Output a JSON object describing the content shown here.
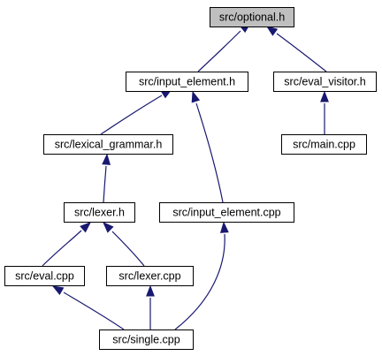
{
  "colors": {
    "node_fill": "#ffffff",
    "highlight_fill": "#bfbfbf",
    "node_stroke": "#000000",
    "edge": "#191970"
  },
  "nodes": {
    "optional_h": {
      "label": "src/optional.h",
      "highlighted": true
    },
    "input_element_h": {
      "label": "src/input_element.h"
    },
    "eval_visitor_h": {
      "label": "src/eval_visitor.h"
    },
    "lexical_grammar_h": {
      "label": "src/lexical_grammar.h"
    },
    "main_cpp": {
      "label": "src/main.cpp"
    },
    "lexer_h": {
      "label": "src/lexer.h"
    },
    "input_element_cpp": {
      "label": "src/input_element.cpp"
    },
    "eval_cpp": {
      "label": "src/eval.cpp"
    },
    "lexer_cpp": {
      "label": "src/lexer.cpp"
    },
    "single_cpp": {
      "label": "src/single.cpp"
    }
  },
  "edges": [
    {
      "from": "input_element_h",
      "to": "optional_h"
    },
    {
      "from": "eval_visitor_h",
      "to": "optional_h"
    },
    {
      "from": "lexical_grammar_h",
      "to": "input_element_h"
    },
    {
      "from": "input_element_cpp",
      "to": "input_element_h"
    },
    {
      "from": "main_cpp",
      "to": "eval_visitor_h"
    },
    {
      "from": "lexer_h",
      "to": "lexical_grammar_h"
    },
    {
      "from": "eval_cpp",
      "to": "lexer_h"
    },
    {
      "from": "lexer_cpp",
      "to": "lexer_h"
    },
    {
      "from": "single_cpp",
      "to": "input_element_cpp"
    },
    {
      "from": "single_cpp",
      "to": "eval_cpp"
    },
    {
      "from": "single_cpp",
      "to": "lexer_cpp"
    }
  ]
}
